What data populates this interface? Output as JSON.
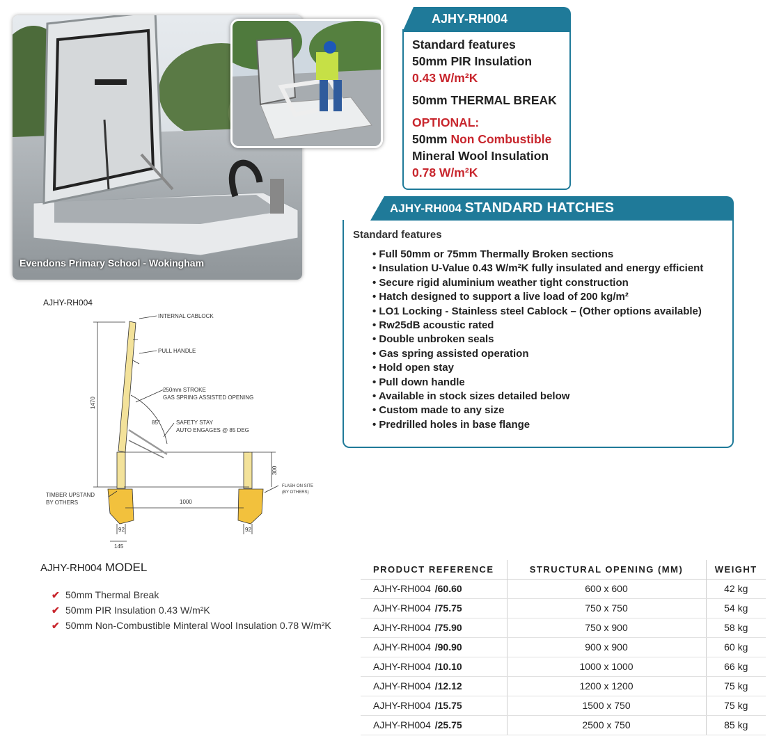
{
  "photo": {
    "caption": "Evendons Primary School - Wokingham"
  },
  "model_box": {
    "code": "AJHY-RH004",
    "lines": [
      {
        "text": "Standard features",
        "color": "black"
      },
      {
        "text": "50mm PIR Insulation",
        "color": "black"
      },
      {
        "text": "0.43 W/m²K",
        "color": "red"
      },
      {
        "text": "50mm THERMAL BREAK",
        "color": "black"
      },
      {
        "text": "OPTIONAL:",
        "color": "red"
      },
      {
        "text_a": "50mm",
        "text_b": "Non Combustible"
      },
      {
        "text": "Mineral Wool Insulation",
        "color": "black"
      },
      {
        "text": "0.78 W/m²K",
        "color": "red"
      }
    ]
  },
  "hatches": {
    "code": "AJHY-RH004",
    "title": "STANDARD HATCHES",
    "subtitle": "Standard features",
    "features": [
      "• Full 50mm or 75mm Thermally Broken sections",
      "• Insulation U-Value 0.43 W/m²K fully insulated and energy efficient",
      "• Secure rigid aluminium weather tight construction",
      "• Hatch designed to support a live load of 200 kg/m²",
      "• LO1 Locking - Stainless steel Cablock – (Other options available)",
      "• Rw25dB acoustic rated",
      "• Double unbroken seals",
      "• Gas spring assisted operation",
      "• Hold open stay",
      "• Pull down handle",
      "• Available in stock sizes detailed below",
      "• Custom made to any size",
      "• Predrilled holes in base flange"
    ]
  },
  "drawing": {
    "title": "AJHY-RH004",
    "labels": {
      "cablock": "INTERNAL CABLOCK",
      "handle": "PULL HANDLE",
      "stroke1": "250mm STROKE",
      "stroke2": "GAS SPRING ASSISTED OPENING",
      "stay1": "SAFETY STAY",
      "stay2": "AUTO ENGAGES @ 85 DEG",
      "angle": "85°",
      "height": "1470",
      "upstand_height": "300",
      "opening": "1000",
      "timber1": "TIMBER UPSTAND",
      "timber2": "BY OTHERS",
      "flash1": "FLASH ON SITE",
      "flash2": "(BY OTHERS)",
      "dim_left": "92",
      "dim_right": "92",
      "dim_base": "145"
    }
  },
  "model_section": {
    "code": "AJHY-RH004",
    "suffix": "MODEL",
    "items": [
      "50mm Thermal Break",
      "50mm PIR Insulation 0.43 W/m²K",
      "50mm Non-Combustible Minteral Wool Insulation 0.78 W/m²K"
    ]
  },
  "table": {
    "headers": [
      "PRODUCT REFERENCE",
      "STRUCTURAL OPENING (MM)",
      "WEIGHT"
    ],
    "rows": [
      {
        "ref": "AJHY-RH004",
        "size_code": "/60.60",
        "opening": "600 x 600",
        "weight": "42 kg"
      },
      {
        "ref": "AJHY-RH004",
        "size_code": "/75.75",
        "opening": "750 x 750",
        "weight": "54 kg"
      },
      {
        "ref": "AJHY-RH004",
        "size_code": "/75.90",
        "opening": "750 x 900",
        "weight": "58 kg"
      },
      {
        "ref": "AJHY-RH004",
        "size_code": "/90.90",
        "opening": "900 x 900",
        "weight": "60 kg"
      },
      {
        "ref": "AJHY-RH004",
        "size_code": "/10.10",
        "opening": "1000 x 1000",
        "weight": "66 kg"
      },
      {
        "ref": "AJHY-RH004",
        "size_code": "/12.12",
        "opening": "1200 x 1200",
        "weight": "75 kg"
      },
      {
        "ref": "AJHY-RH004",
        "size_code": "/15.75",
        "opening": "1500 x 750",
        "weight": "75 kg"
      },
      {
        "ref": "AJHY-RH004",
        "size_code": "/25.75",
        "opening": "2500 x 750",
        "weight": "85 kg"
      }
    ]
  },
  "colors": {
    "accent": "#1f7a99",
    "highlight_red": "#c8262d"
  }
}
